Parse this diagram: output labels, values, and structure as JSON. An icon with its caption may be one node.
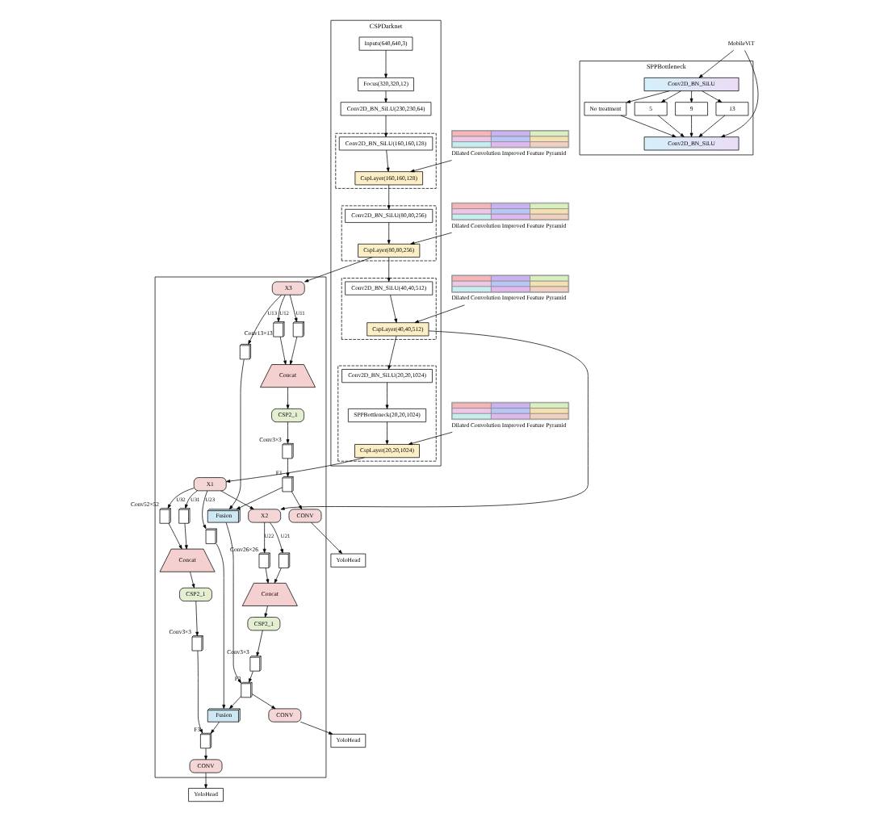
{
  "diagram": {
    "nodes": [
      {
        "text": [
          "CSPDarknet"
        ]
      },
      {
        "text": [
          "Inputs(640,640,3)"
        ],
        "in": 0
      },
      {
        "text": [
          "Focus(320,320,12)"
        ],
        "in": 0
      },
      {
        "text": [
          "Conv2D_BN_SiLU(230,230,64)"
        ],
        "in": 0
      },
      {
        "text": [],
        "shape": "box",
        "in": 0
      },
      {
        "text": [
          "Conv2D_BN_SiLU(160,160,128)"
        ],
        "in": 4
      },
      {
        "text": [
          "CspLayer(160,160,128)"
        ],
        "in": 4
      },
      {
        "text": [],
        "shape": "box",
        "in": 0
      },
      {
        "text": [
          "Conv2D_BN_SiLU(80,80,256)"
        ],
        "in": 7
      },
      {
        "text": [
          "CspLayer(80,80,256)"
        ],
        "in": 7
      },
      {
        "text": [],
        "shape": "box",
        "in": 0
      },
      {
        "text": [
          "Conv2D_BN_SiLU(40,40,512)"
        ],
        "in": 10
      },
      {
        "text": [
          "CspLayer(40,40,512)"
        ],
        "in": 10
      },
      {
        "text": [],
        "shape": "box",
        "in": 0
      },
      {
        "text": [
          "Conv2D_BN_SiLU(20,20,1024)"
        ],
        "in": 13
      },
      {
        "text": [
          "SPPBottleneck(20,20,1024)"
        ],
        "in": 13
      },
      {
        "text": [
          "CspLayer(20,20,1024)"
        ],
        "in": 13
      },
      {
        "text": [
          "Dilated Convolution Improved Feature Pyramid"
        ]
      },
      {
        "text": [
          "Dilated Convolution Improved Feature Pyramid"
        ]
      },
      {
        "text": [
          "Dilated Convolution Improved Feature Pyramid"
        ]
      },
      {
        "text": [
          "Dilated Convolution Improved Feature Pyramid"
        ]
      },
      {
        "text": [
          "SPPBottleneck"
        ]
      },
      {
        "text": [
          "Conv2D_BN_SiLU"
        ],
        "in": 21
      },
      {
        "text": [
          "No treatment"
        ],
        "in": 21
      },
      {
        "text": [
          "5"
        ],
        "in": 21
      },
      {
        "text": [
          "9"
        ],
        "in": 21
      },
      {
        "text": [
          "13"
        ],
        "in": 21
      },
      {
        "text": [
          "Conv2D_BN_SiLU"
        ],
        "in": 21
      },
      {
        "text": [
          "MobileViT"
        ]
      },
      {
        "text": [],
        "shape": "box"
      },
      {
        "text": [
          "X3"
        ],
        "in": 29
      },
      {
        "text": [
          "X2"
        ],
        "in": 29
      },
      {
        "text": [
          "X1"
        ],
        "in": 29
      },
      {
        "text": [],
        "shape": "cube",
        "in": 29
      },
      {
        "text": [],
        "shape": "cube",
        "in": 29,
        "beside": [
          "Conv13×13"
        ]
      },
      {
        "text": [
          "Concat"
        ],
        "in": 29
      },
      {
        "text": [
          "CSP2_1"
        ],
        "in": 29
      },
      {
        "text": [],
        "shape": "cube",
        "in": 29,
        "beside": [
          "Conv3×3"
        ]
      },
      {
        "text": [],
        "shape": "cube",
        "in": 29,
        "beside": [
          "F1"
        ]
      },
      {
        "text": [
          "CONV"
        ],
        "in": 29
      },
      {
        "text": [],
        "shape": "cube",
        "in": 29
      },
      {
        "text": [
          "Fusion"
        ],
        "in": 29
      },
      {
        "text": [],
        "shape": "cube",
        "in": 29
      },
      {
        "text": [],
        "shape": "cube",
        "in": 29,
        "beside": [
          "Conv26×26"
        ]
      },
      {
        "text": [
          "Concat"
        ],
        "in": 29
      },
      {
        "text": [
          "CSP2_1"
        ],
        "in": 29
      },
      {
        "text": [],
        "shape": "cube",
        "in": 29,
        "beside": [
          "Conv3×3"
        ]
      },
      {
        "text": [],
        "shape": "cube",
        "in": 29,
        "beside": [
          "F2"
        ]
      },
      {
        "text": [
          "CONV"
        ],
        "in": 29
      },
      {
        "text": [],
        "shape": "cube",
        "in": 29
      },
      {
        "text": [
          "Fusion"
        ],
        "in": 29
      },
      {
        "text": [],
        "shape": "cube",
        "in": 29
      },
      {
        "text": [],
        "shape": "cube",
        "in": 29,
        "beside": [
          "Conv52×52"
        ]
      },
      {
        "text": [
          "Concat"
        ],
        "in": 29
      },
      {
        "text": [
          "CSP2_1"
        ],
        "in": 29
      },
      {
        "text": [],
        "shape": "cube",
        "in": 29,
        "beside": [
          "Conv3×3"
        ]
      },
      {
        "text": [],
        "shape": "cube",
        "in": 29,
        "beside": [
          "F3"
        ]
      },
      {
        "text": [
          "CONV"
        ],
        "in": 29
      },
      {
        "text": [
          "YoloHead"
        ]
      },
      {
        "text": [
          "YoloHead"
        ]
      },
      {
        "text": [
          "YoloHead"
        ]
      }
    ],
    "edges": [
      {
        "from": 1,
        "to": 2,
        "arrow": "to"
      },
      {
        "from": 2,
        "to": 3,
        "arrow": "to"
      },
      {
        "from": 3,
        "to": 5,
        "arrow": "to"
      },
      {
        "from": 5,
        "to": 6,
        "arrow": "to"
      },
      {
        "from": 6,
        "to": 8,
        "arrow": "to"
      },
      {
        "from": 8,
        "to": 9,
        "arrow": "to"
      },
      {
        "from": 9,
        "to": 11,
        "arrow": "to"
      },
      {
        "from": 11,
        "to": 12,
        "arrow": "to"
      },
      {
        "from": 12,
        "to": 14,
        "arrow": "to"
      },
      {
        "from": 14,
        "to": 15,
        "arrow": "to"
      },
      {
        "from": 15,
        "to": 16,
        "arrow": "to"
      },
      {
        "from": 17,
        "to": 6,
        "arrow": "to"
      },
      {
        "from": 18,
        "to": 9,
        "arrow": "to"
      },
      {
        "from": 19,
        "to": 12,
        "arrow": "to"
      },
      {
        "from": 20,
        "to": 16,
        "arrow": "to"
      },
      {
        "from": 22,
        "to": 23,
        "arrow": "to"
      },
      {
        "from": 22,
        "to": 24,
        "arrow": "to"
      },
      {
        "from": 22,
        "to": 25,
        "arrow": "to"
      },
      {
        "from": 22,
        "to": 26,
        "arrow": "to"
      },
      {
        "from": 23,
        "to": 27,
        "arrow": "to"
      },
      {
        "from": 24,
        "to": 27,
        "arrow": "to"
      },
      {
        "from": 25,
        "to": 27,
        "arrow": "to"
      },
      {
        "from": 26,
        "to": 27,
        "arrow": "to"
      },
      {
        "from": 28,
        "to": 22,
        "arrow": "to"
      },
      {
        "from": 28,
        "to": 27,
        "arrow": "to"
      },
      {
        "from": 9,
        "to": 30,
        "arrow": "to"
      },
      {
        "from": 12,
        "to": 31,
        "arrow": "to"
      },
      {
        "from": 16,
        "to": 32,
        "arrow": "to"
      },
      {
        "from": 30,
        "to": 33,
        "arrow": "to",
        "label": "U11"
      },
      {
        "from": 30,
        "to": 34,
        "arrow": "to",
        "label": "U12"
      },
      {
        "from": 30,
        "to": 40,
        "arrow": "to",
        "label": "U13"
      },
      {
        "from": 33,
        "to": 35,
        "arrow": "to"
      },
      {
        "from": 34,
        "to": 35,
        "arrow": "to"
      },
      {
        "from": 35,
        "to": 36,
        "arrow": "to"
      },
      {
        "from": 36,
        "to": 37,
        "arrow": "to"
      },
      {
        "from": 37,
        "to": 38,
        "arrow": "to"
      },
      {
        "from": 38,
        "to": 39,
        "arrow": "to"
      },
      {
        "from": 39,
        "to": 58,
        "arrow": "to"
      },
      {
        "from": 38,
        "to": 41,
        "arrow": "to"
      },
      {
        "from": 40,
        "to": 41,
        "arrow": "to"
      },
      {
        "from": 41,
        "to": 47,
        "arrow": "to"
      },
      {
        "from": 32,
        "to": 31,
        "arrow": "to"
      },
      {
        "from": 31,
        "to": 42,
        "arrow": "to",
        "label": "U21"
      },
      {
        "from": 31,
        "to": 43,
        "arrow": "to",
        "label": "U22"
      },
      {
        "from": 32,
        "to": 49,
        "arrow": "to",
        "label": "U23"
      },
      {
        "from": 42,
        "to": 44,
        "arrow": "to"
      },
      {
        "from": 43,
        "to": 44,
        "arrow": "to"
      },
      {
        "from": 44,
        "to": 45,
        "arrow": "to"
      },
      {
        "from": 45,
        "to": 46,
        "arrow": "to"
      },
      {
        "from": 46,
        "to": 47,
        "arrow": "to"
      },
      {
        "from": 47,
        "to": 48,
        "arrow": "to"
      },
      {
        "from": 48,
        "to": 59,
        "arrow": "to"
      },
      {
        "from": 47,
        "to": 50,
        "arrow": "to"
      },
      {
        "from": 49,
        "to": 50,
        "arrow": "to"
      },
      {
        "from": 50,
        "to": 56,
        "arrow": "to"
      },
      {
        "from": 32,
        "to": 51,
        "arrow": "to",
        "label": "U31"
      },
      {
        "from": 32,
        "to": 52,
        "arrow": "to",
        "label": "U32"
      },
      {
        "from": 51,
        "to": 53,
        "arrow": "to"
      },
      {
        "from": 52,
        "to": 53,
        "arrow": "to"
      },
      {
        "from": 53,
        "to": 54,
        "arrow": "to"
      },
      {
        "from": 54,
        "to": 55,
        "arrow": "to"
      },
      {
        "from": 55,
        "to": 56,
        "arrow": "to"
      },
      {
        "from": 56,
        "to": 57,
        "arrow": "to"
      },
      {
        "from": 57,
        "to": 60,
        "arrow": "to"
      }
    ]
  }
}
